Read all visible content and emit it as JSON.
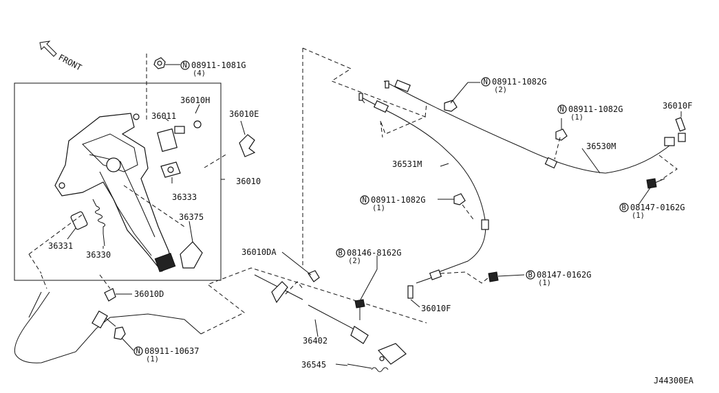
{
  "direction_label": "FRONT",
  "diagram_code": "J44300EA",
  "labels": {
    "p36010H": "36010H",
    "p36011": "36011",
    "p36010E": "36010E",
    "p36010": "36010",
    "p36333": "36333",
    "p36375": "36375",
    "p36331": "36331",
    "p36330": "36330",
    "p36010D": "36010D",
    "p36010DA": "36010DA",
    "p36402": "36402",
    "p36545": "36545",
    "p36531M": "36531M",
    "p36530M": "36530M",
    "p36010F_top": "36010F",
    "p36010F_mid": "36010F"
  },
  "fasteners": [
    {
      "symbol": "N",
      "part": "08911-1081G",
      "qty": "(4)"
    },
    {
      "symbol": "N",
      "part": "08911-1082G",
      "qty": "(2)"
    },
    {
      "symbol": "N",
      "part": "08911-1082G",
      "qty": "(1)"
    },
    {
      "symbol": "N",
      "part": "08911-1082G",
      "qty": "(1)"
    },
    {
      "symbol": "B",
      "part": "08147-0162G",
      "qty": "(1)"
    },
    {
      "symbol": "B",
      "part": "08146-8162G",
      "qty": "(2)"
    },
    {
      "symbol": "B",
      "part": "08147-0162G",
      "qty": "(1)"
    },
    {
      "symbol": "N",
      "part": "08911-10637",
      "qty": "(1)"
    }
  ]
}
